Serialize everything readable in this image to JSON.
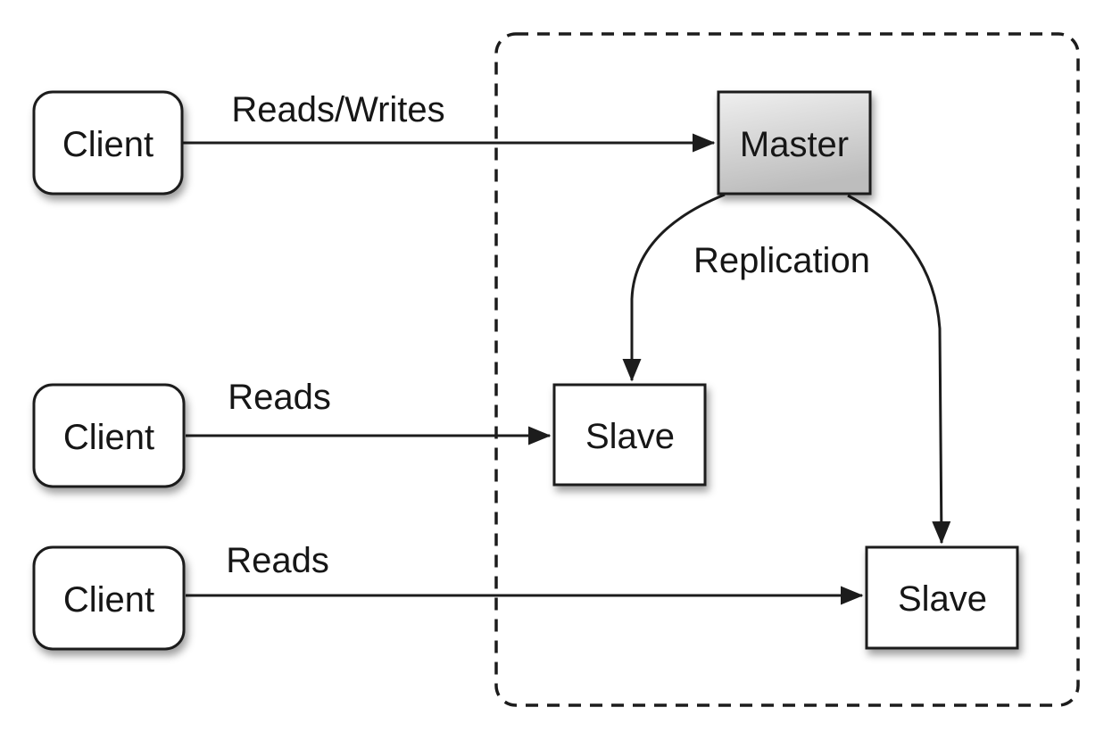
{
  "diagram": {
    "nodes": {
      "client1": {
        "label": "Client"
      },
      "client2": {
        "label": "Client"
      },
      "client3": {
        "label": "Client"
      },
      "master": {
        "label": "Master"
      },
      "slave1": {
        "label": "Slave"
      },
      "slave2": {
        "label": "Slave"
      }
    },
    "edges": {
      "reads_writes": {
        "label": "Reads/Writes"
      },
      "reads_top": {
        "label": "Reads"
      },
      "reads_bottom": {
        "label": "Reads"
      },
      "replication": {
        "label": "Replication"
      }
    },
    "colors": {
      "background": "#ffffff",
      "stroke": "#1c1c1c",
      "text": "#161616",
      "box_fill": "#ffffff",
      "master_gradient_top": "#efefef",
      "master_gradient_bottom": "#bdbdbd"
    }
  }
}
